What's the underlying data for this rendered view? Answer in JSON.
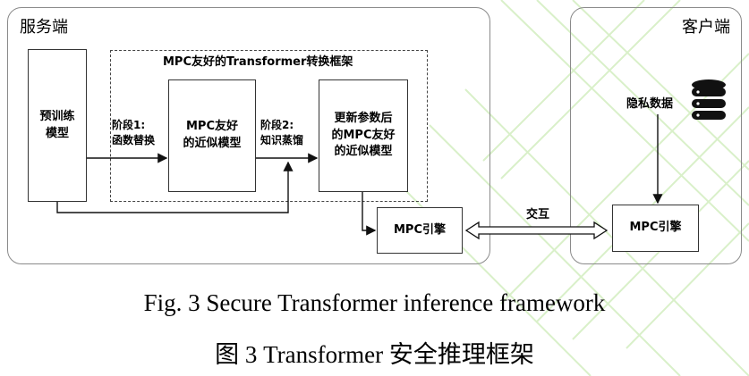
{
  "server": {
    "title": "服务端"
  },
  "client": {
    "title": "客户端"
  },
  "framework": {
    "title": "MPC友好的Transformer转换框架"
  },
  "boxes": {
    "pretrained": "预训练\n模型",
    "approx1": "MPC友好\n的近似模型",
    "approx2": "更新参数后\n的MPC友好\n的近似模型",
    "engine_server": "MPC引擎",
    "engine_client": "MPC引擎"
  },
  "stages": {
    "stage1": "阶段1:\n函数替换",
    "stage2": "阶段2:\n知识蒸馏"
  },
  "private_data": "隐私数据",
  "interaction": "交互",
  "captions": {
    "en": "Fig. 3 Secure Transformer inference framework",
    "zh": "图  3 Transformer 安全推理框架"
  },
  "icons": {
    "database": "database-icon"
  }
}
